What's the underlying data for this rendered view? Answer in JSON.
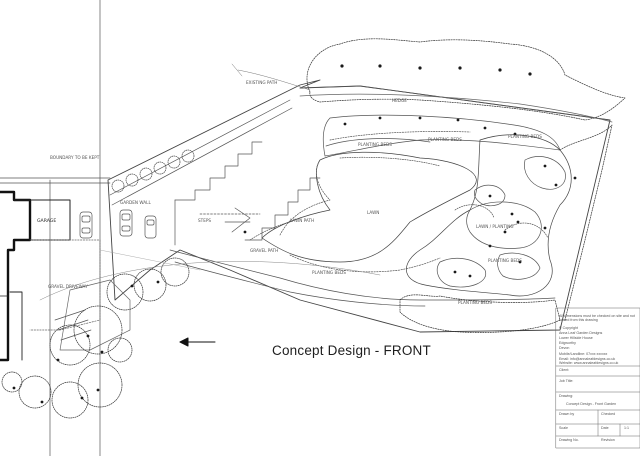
{
  "title": "Concept Design - FRONT",
  "labels": {
    "garage": "GARAGE",
    "lawn": "LAWN",
    "front_garden_wall": "GARDEN WALL",
    "planting_1": "PLANTING BEDS",
    "planting_2": "PLANTING BEDS",
    "planting_3": "PLANTING BEDS",
    "planting_4": "PLANTING BEDS",
    "planting_5": "PLANTING BEDS",
    "planting_6": "PLANTING BEDS",
    "lawn_path": "LAWN PATH",
    "steps": "STEPS",
    "gravel_path": "GRAVEL PATH",
    "driveway": "GRAVEL DRIVEWAY",
    "hedge": "HEDGE",
    "lawn_planting": "LAWN / PLANTING",
    "top_note": "EXISTING PATH",
    "left_note": "BOUNDARY TO BE KEPT"
  },
  "title_block": {
    "note": "All dimensions must be checked on site and not scaled from this drawing",
    "copyright_label": "© Copyright",
    "company": "Anna Leaf Garden Designs",
    "address_1": "Lower Hillside House",
    "address_2": "Edgworthy",
    "address_3": "Devon",
    "phone": "Mobile/Landline: 07xxx xxxxxx",
    "email": "Email: info@annaleafdesigns.co.uk",
    "website": "Website: www.annaleafdesigns.co.uk",
    "client_label": "Client:",
    "job_title_label": "Job Title:",
    "drawing_label": "Drawing:",
    "drawing_name": "Concept Design - Front Garden",
    "drawn_by_label": "Drawn by",
    "checked_label": "Checked",
    "scale_label": "Scale",
    "date_label": "Date",
    "sheet_label": "Drawing No.",
    "sheet_value": "1:1",
    "revision_label": "Revision"
  },
  "colors": {
    "ink": "#2a2a2a",
    "line": "#555555",
    "title_text": "#1e1e1e"
  },
  "icons": {
    "north_arrow": "arrow-left-icon",
    "trees": "tree-canopy-icon"
  }
}
